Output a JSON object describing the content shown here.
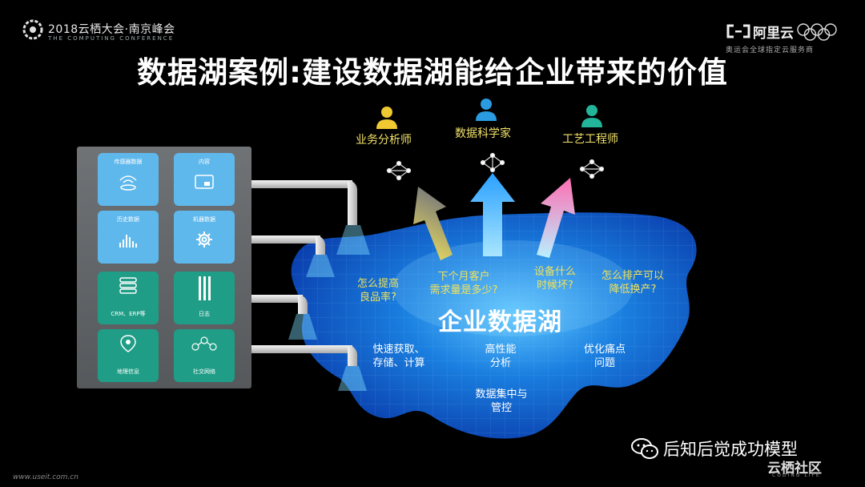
{
  "header": {
    "conference_title": "2018云栖大会·南京峰会",
    "conference_subtitle": "THE COMPUTING CONFERENCE",
    "brand_name": "阿里云",
    "brand_slogan": "奥运会全球指定云服务商"
  },
  "slide": {
    "title": "数据湖案例:建设数据湖能给企业带来的价值"
  },
  "roles": [
    {
      "label": "业务分析师",
      "color": "#f0c832"
    },
    {
      "label": "数据科学家",
      "color": "#2a9be0"
    },
    {
      "label": "工艺工程师",
      "color": "#22b59a"
    }
  ],
  "data_sources": {
    "tiles": [
      {
        "label": "传感器数据",
        "icon": "sensor-icon",
        "color": "#5fb8ec"
      },
      {
        "label": "内容",
        "icon": "content-icon",
        "color": "#5fb8ec"
      },
      {
        "label": "历史数据",
        "icon": "bar-chart-icon",
        "color": "#5fb8ec"
      },
      {
        "label": "机器数据",
        "icon": "gear-icon",
        "color": "#5fb8ec"
      },
      {
        "label": "CRM、ERP等",
        "icon": "database-icon",
        "color": "#1f9d86"
      },
      {
        "label": "日志",
        "icon": "log-icon",
        "color": "#1f9d86"
      },
      {
        "label": "地理信息",
        "icon": "map-pin-icon",
        "color": "#1f9d86"
      },
      {
        "label": "社交网络",
        "icon": "social-icon",
        "color": "#1f9d86"
      }
    ]
  },
  "lake": {
    "title": "企业数据湖",
    "questions": [
      {
        "line1": "怎么提高",
        "line2": "良品率?"
      },
      {
        "line1": "下个月客户",
        "line2": "需求量是多少?"
      },
      {
        "line1": "设备什么",
        "line2": "时候坏?"
      },
      {
        "line1": "怎么排产可以",
        "line2": "降低换产?"
      }
    ],
    "capabilities": [
      {
        "line1": "快速获取、",
        "line2": "存储、计算"
      },
      {
        "line1": "高性能",
        "line2": "分析"
      },
      {
        "line1": "优化痛点",
        "line2": "问题"
      },
      {
        "line1": "数据集中与",
        "line2": "管控"
      }
    ]
  },
  "footer": {
    "wechat_account": "后知后觉成功模型",
    "community_name": "云栖社区",
    "community_sub": "CODING LIFE",
    "url": "www.useit.com.cn"
  }
}
